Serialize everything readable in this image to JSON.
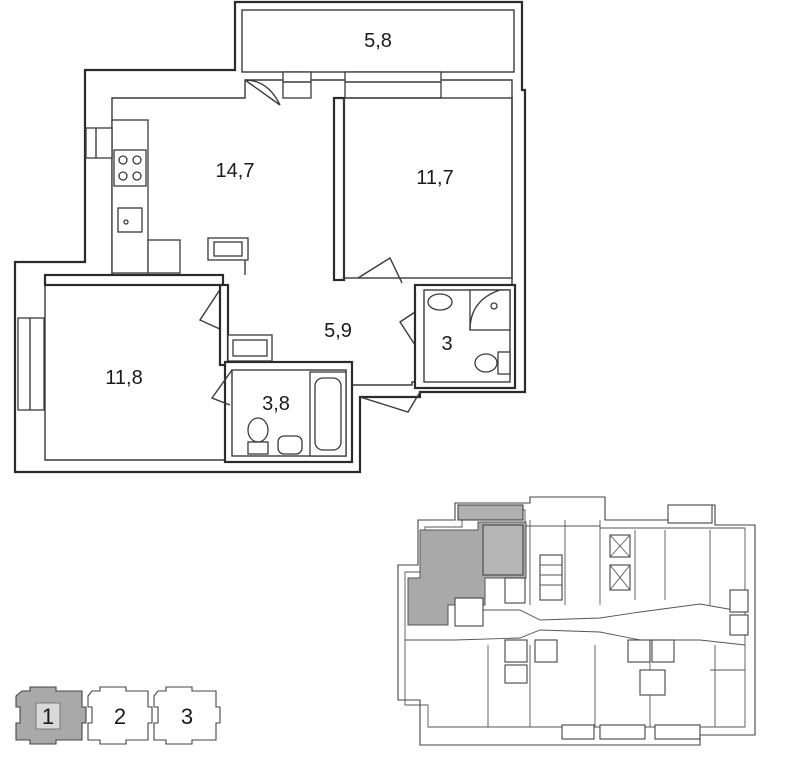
{
  "floor_plan": {
    "rooms": [
      {
        "id": "balcony",
        "area": "5,8"
      },
      {
        "id": "kitchen-living",
        "area": "14,7"
      },
      {
        "id": "bedroom",
        "area": "11,7"
      },
      {
        "id": "hallway",
        "area": "5,9"
      },
      {
        "id": "bathroom-small",
        "area": "3"
      },
      {
        "id": "room",
        "area": "11,8"
      },
      {
        "id": "bathroom",
        "area": "3,8"
      }
    ]
  },
  "section_selector": {
    "sections": [
      {
        "label": "1",
        "active": true
      },
      {
        "label": "2",
        "active": false
      },
      {
        "label": "3",
        "active": false
      }
    ],
    "active_color": "#a9a9a9"
  },
  "key_plan": {
    "highlight_color": "#a9a9a9"
  }
}
